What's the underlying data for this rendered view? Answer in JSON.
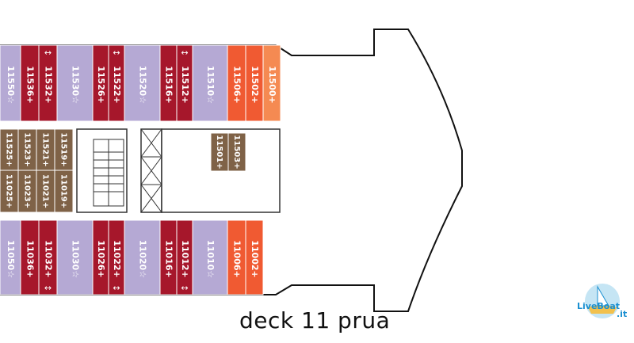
{
  "caption": "deck 11 prua",
  "logo": {
    "brand": "LiveBoat",
    "domain": ".it"
  },
  "colors": {
    "purple": "#b5a9d4",
    "red": "#a6172b",
    "orange": "#f05a32",
    "orange_light": "#f58a52",
    "brown": "#7f6247",
    "hull": "#111111"
  },
  "icons": {
    "connecting": "double-arrow-icon",
    "accessible_star": "star-icon"
  },
  "top_row": [
    {
      "label": "11550☆",
      "color": "purple"
    },
    {
      "label": "11536+",
      "color": "red"
    },
    {
      "label": "11532+",
      "color": "red",
      "arrow": true
    },
    {
      "label": "11530☆",
      "color": "purple"
    },
    {
      "label": "11526+",
      "color": "red"
    },
    {
      "label": "11522+",
      "color": "red",
      "arrow": true
    },
    {
      "label": "11520☆",
      "color": "purple"
    },
    {
      "label": "11516+",
      "color": "red"
    },
    {
      "label": "11512+",
      "color": "red",
      "arrow": true
    },
    {
      "label": "11510☆",
      "color": "purple"
    },
    {
      "label": "11506+",
      "color": "orange"
    },
    {
      "label": "11502+",
      "color": "orange"
    },
    {
      "label": "11500+",
      "color": "orange_light"
    }
  ],
  "bottom_row": [
    {
      "label": "11050☆",
      "color": "purple"
    },
    {
      "label": "11036+",
      "color": "red"
    },
    {
      "label": "11032+",
      "color": "red",
      "arrow": true
    },
    {
      "label": "11030☆",
      "color": "purple"
    },
    {
      "label": "11026+",
      "color": "red"
    },
    {
      "label": "11022+",
      "color": "red",
      "arrow": true
    },
    {
      "label": "11020☆",
      "color": "purple"
    },
    {
      "label": "11016+",
      "color": "red"
    },
    {
      "label": "11012+",
      "color": "red",
      "arrow": true
    },
    {
      "label": "11010☆",
      "color": "purple"
    },
    {
      "label": "11006+",
      "color": "orange"
    },
    {
      "label": "11002+",
      "color": "orange"
    }
  ],
  "inner_cabins": {
    "upper": [
      "11525+",
      "11523+",
      "11521+",
      "11519+"
    ],
    "lower": [
      "11025+",
      "11023+",
      "11021+",
      "11019+"
    ],
    "forward": [
      "11501+",
      "11503+"
    ]
  }
}
